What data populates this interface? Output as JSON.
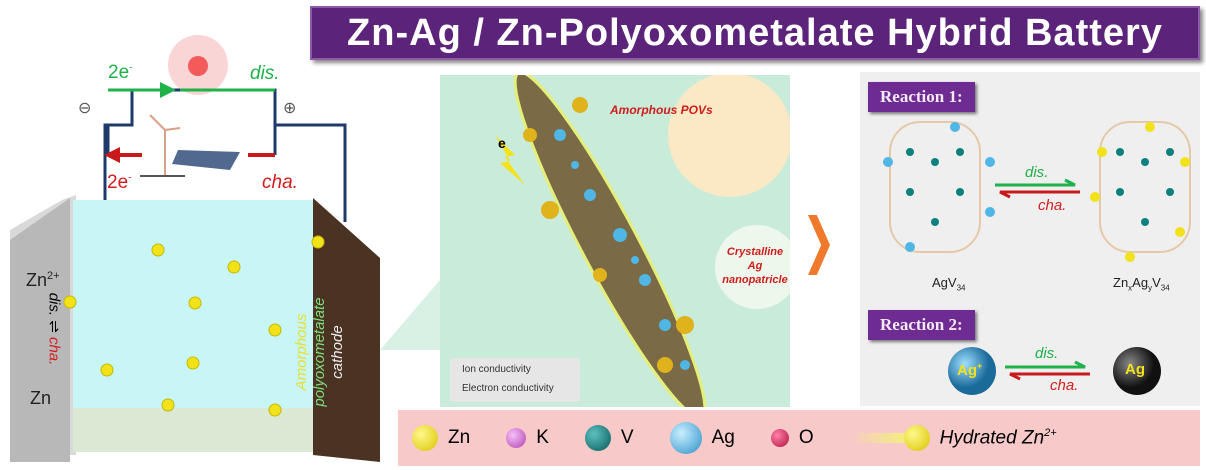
{
  "title": "Zn-Ag / Zn-Polyoxometalate Hybrid Battery",
  "battery": {
    "discharge_electrons": "2e",
    "discharge_label": "dis.",
    "charge_electrons": "2e",
    "charge_label": "cha.",
    "negative": "⊖",
    "positive": "⊕",
    "anode_ion": "Zn",
    "anode_ion_charge": "2+",
    "anode_metal": "Zn",
    "anode_dis": "dis.",
    "anode_cha": "cha.",
    "cathode_line1": "Amorphous",
    "cathode_line2": "polyoxometalate",
    "cathode_line3": "cathode"
  },
  "middle": {
    "amorphous_label": "Amorphous POVs",
    "crystal_label_1": "Crystalline",
    "crystal_label_2": "Ag nanopatricle",
    "electron_symbol": "e",
    "legend_ion": "Ion conductivity",
    "legend_electron": "Electron conductivity"
  },
  "right": {
    "reaction1": "Reaction 1:",
    "reaction2": "Reaction 2:",
    "dis": "dis.",
    "cha": "cha.",
    "reactant1": "AgV",
    "reactant1_sub": "34",
    "product1_a": "Zn",
    "product1_x": "x",
    "product1_b": "Ag",
    "product1_y": "y",
    "product1_c": "V",
    "product1_sub": "34",
    "ag_ion": "Ag",
    "ag_ion_charge": "+",
    "ag_metal": "Ag"
  },
  "legend": {
    "zn": "Zn",
    "k": "K",
    "v": "V",
    "ag": "Ag",
    "o": "O",
    "hydrated": "Hydrated Zn",
    "hydrated_charge": "2+"
  },
  "colors": {
    "zn": "#f2e21a",
    "k": "#d86ad8",
    "v": "#0d7f7f",
    "ag": "#4fb6e6",
    "o": "#e01a5a",
    "title_bg": "#5b2379"
  }
}
